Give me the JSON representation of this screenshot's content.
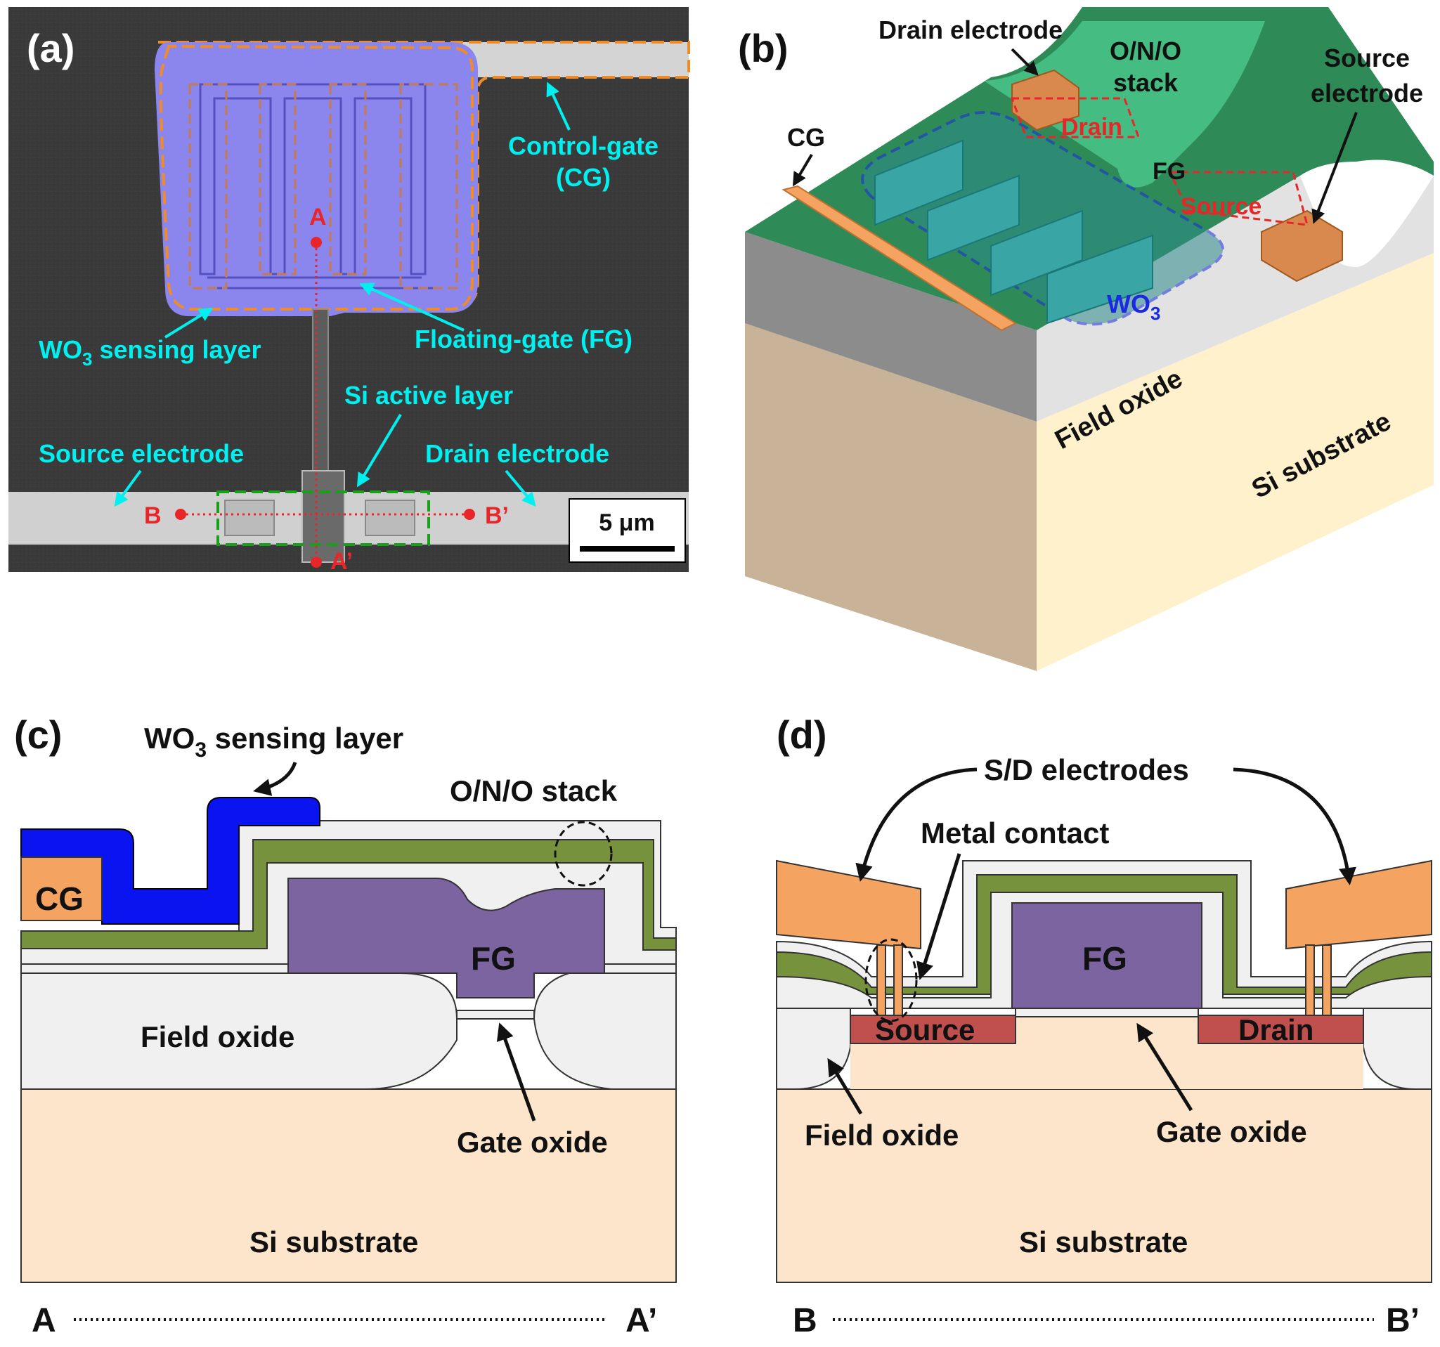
{
  "panel_a": {
    "label": "(a)",
    "control_gate": [
      "Control-gate",
      "(CG)"
    ],
    "sensing_layer": "WO3 sensing layer",
    "sensing_layer_main": "WO",
    "sensing_layer_sub": "3",
    "sensing_layer_rest": " sensing layer",
    "floating_gate": "Floating-gate (FG)",
    "si_active": "Si active layer",
    "source_electrode": "Source electrode",
    "drain_electrode": "Drain electrode",
    "point_a": "A",
    "point_a_prime": "A’",
    "point_b": "B",
    "point_b_prime": "B’",
    "scale_bar": "5 μm"
  },
  "panel_b": {
    "label": "(b)",
    "drain_electrode": "Drain electrode",
    "ono_stack": [
      "O/N/O",
      "stack"
    ],
    "source_electrode": [
      "Source",
      "electrode"
    ],
    "cg": "CG",
    "drain": "Drain",
    "fg": "FG",
    "source": "Source",
    "wo3_main": "WO",
    "wo3_sub": "3",
    "field_oxide": "Field oxide",
    "si_substrate": "Si substrate"
  },
  "panel_c": {
    "label": "(c)",
    "sensing_main": "WO",
    "sensing_sub": "3",
    "sensing_rest": " sensing layer",
    "ono_stack": "O/N/O stack",
    "cg": "CG",
    "fg": "FG",
    "field_oxide": "Field oxide",
    "gate_oxide": "Gate oxide",
    "si_substrate": "Si substrate",
    "axis_start": "A",
    "axis_end": "A’"
  },
  "panel_d": {
    "label": "(d)",
    "sd_electrodes": "S/D electrodes",
    "metal_contact": "Metal contact",
    "fg": "FG",
    "source": "Source",
    "drain": "Drain",
    "field_oxide": "Field oxide",
    "gate_oxide": "Gate oxide",
    "si_substrate": "Si substrate",
    "axis_start": "B",
    "axis_end": "B’"
  },
  "colors": {
    "substrate": "#fde5cb",
    "field_oxide": "#f0f0f0",
    "ono": "#77923c",
    "fg": "#7b64a0",
    "wo3": "#0a14f0",
    "cg": "#f4a460",
    "source_drain": "#c0504d",
    "sem_gate": "#8a86ee",
    "callout": "#00f0f0"
  }
}
